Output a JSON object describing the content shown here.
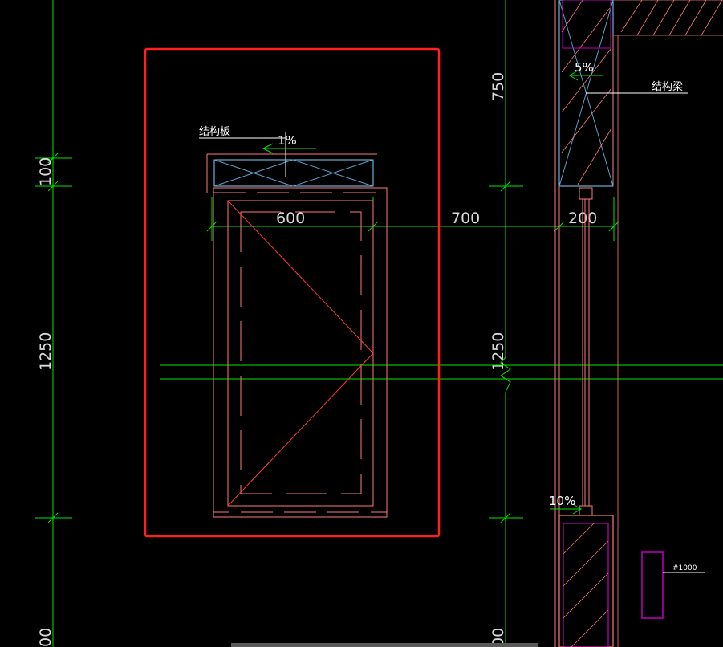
{
  "drawing": {
    "dimensions": {
      "left_top": "100",
      "left_mid": "1250",
      "left_bottom": "00",
      "width_600": "600",
      "width_700": "700",
      "width_200": "200",
      "right_top": "750",
      "right_mid": "1250",
      "right_bottom": "00"
    },
    "labels": {
      "slab": "结构板",
      "beam": "结构梁",
      "slope_window": "1%",
      "slope_beam": "5%",
      "slope_sill": "10%",
      "tag": "#1000"
    },
    "colors": {
      "background": "#000000",
      "dimension_lines": "#00ff00",
      "selection_box": "#ff2020",
      "window_frame": "#ff7070",
      "structure": "#7fd3ff",
      "wall_section": "#c000c0"
    }
  }
}
